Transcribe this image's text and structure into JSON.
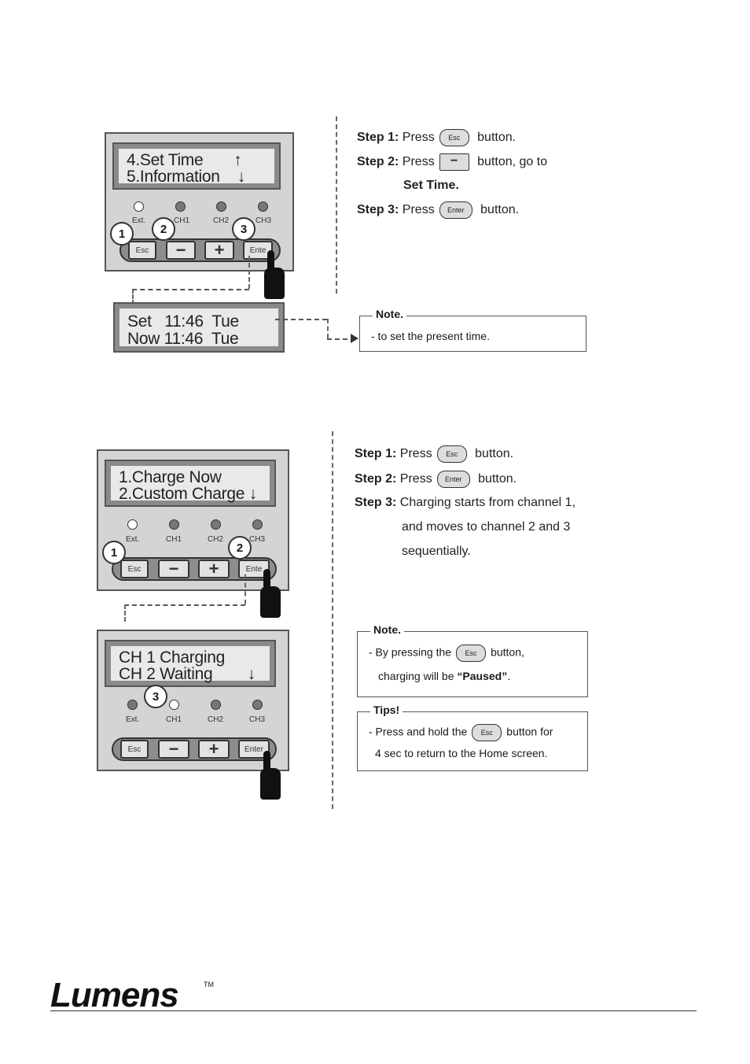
{
  "section1": {
    "lcd_top": {
      "line1": "4.Set Time       ↑",
      "line2": "5.Information    ↓"
    },
    "lcd_bottom": {
      "line1": "Set   11:46  Tue",
      "line2": "Now 11:46  Tue"
    },
    "leds": [
      "Ext.",
      "CH1",
      "CH2",
      "CH3"
    ],
    "buttons": {
      "esc": "Esc",
      "minus": "−",
      "plus": "+",
      "enter": "Ente"
    },
    "callouts": [
      "1",
      "2",
      "3"
    ],
    "steps": [
      {
        "label": "Step 1:",
        "text_before": "Press",
        "button": "Esc",
        "text_after": "button."
      },
      {
        "label": "Step 2:",
        "text_before": "Press",
        "button": "−",
        "text_after": "button, go to"
      },
      {
        "continuation": "Set Time."
      },
      {
        "label": "Step 3:",
        "text_before": "Press",
        "button": "Enter",
        "text_after": "button."
      }
    ],
    "note": {
      "title": "Note.",
      "line1": "- to set the present time."
    }
  },
  "section2": {
    "lcd_top": {
      "line1": "1.Charge Now",
      "line2": "2.Custom Charge ↓"
    },
    "lcd_bottom": {
      "line1": "CH 1 Charging",
      "line2": "CH 2 Waiting        ↓"
    },
    "leds": [
      "Ext.",
      "CH1",
      "CH2",
      "CH3"
    ],
    "buttons_top": {
      "esc": "Esc",
      "minus": "−",
      "plus": "+",
      "enter": "Ente"
    },
    "buttons_bottom": {
      "esc": "Esc",
      "minus": "−",
      "plus": "+",
      "enter": "Enter"
    },
    "callouts_top": [
      "1",
      "2"
    ],
    "callouts_bottom": [
      "3"
    ],
    "steps": [
      {
        "label": "Step 1:",
        "text_before": "Press",
        "button": "Esc",
        "text_after": "button."
      },
      {
        "label": "Step 2:",
        "text_before": "Press",
        "button": "Enter",
        "text_after": "button."
      },
      {
        "label": "Step 3:",
        "text": "Charging starts from channel 1,"
      },
      {
        "continuation": "and moves to channel 2 and 3"
      },
      {
        "continuation": "sequentially."
      }
    ],
    "note": {
      "title": "Note.",
      "line1_before": "- By pressing the",
      "line1_button": "Esc",
      "line1_after": "button,",
      "line2_before": "charging will be ",
      "line2_bold": "“Paused”",
      "line2_after": "."
    },
    "tips": {
      "title": "Tips!",
      "line1_before": "- Press and hold the",
      "line1_button": "Esc",
      "line1_after": "button for",
      "line2": "4 sec to return to the Home screen."
    }
  },
  "footer": {
    "brand": "Lumens",
    "tm": "TM"
  }
}
